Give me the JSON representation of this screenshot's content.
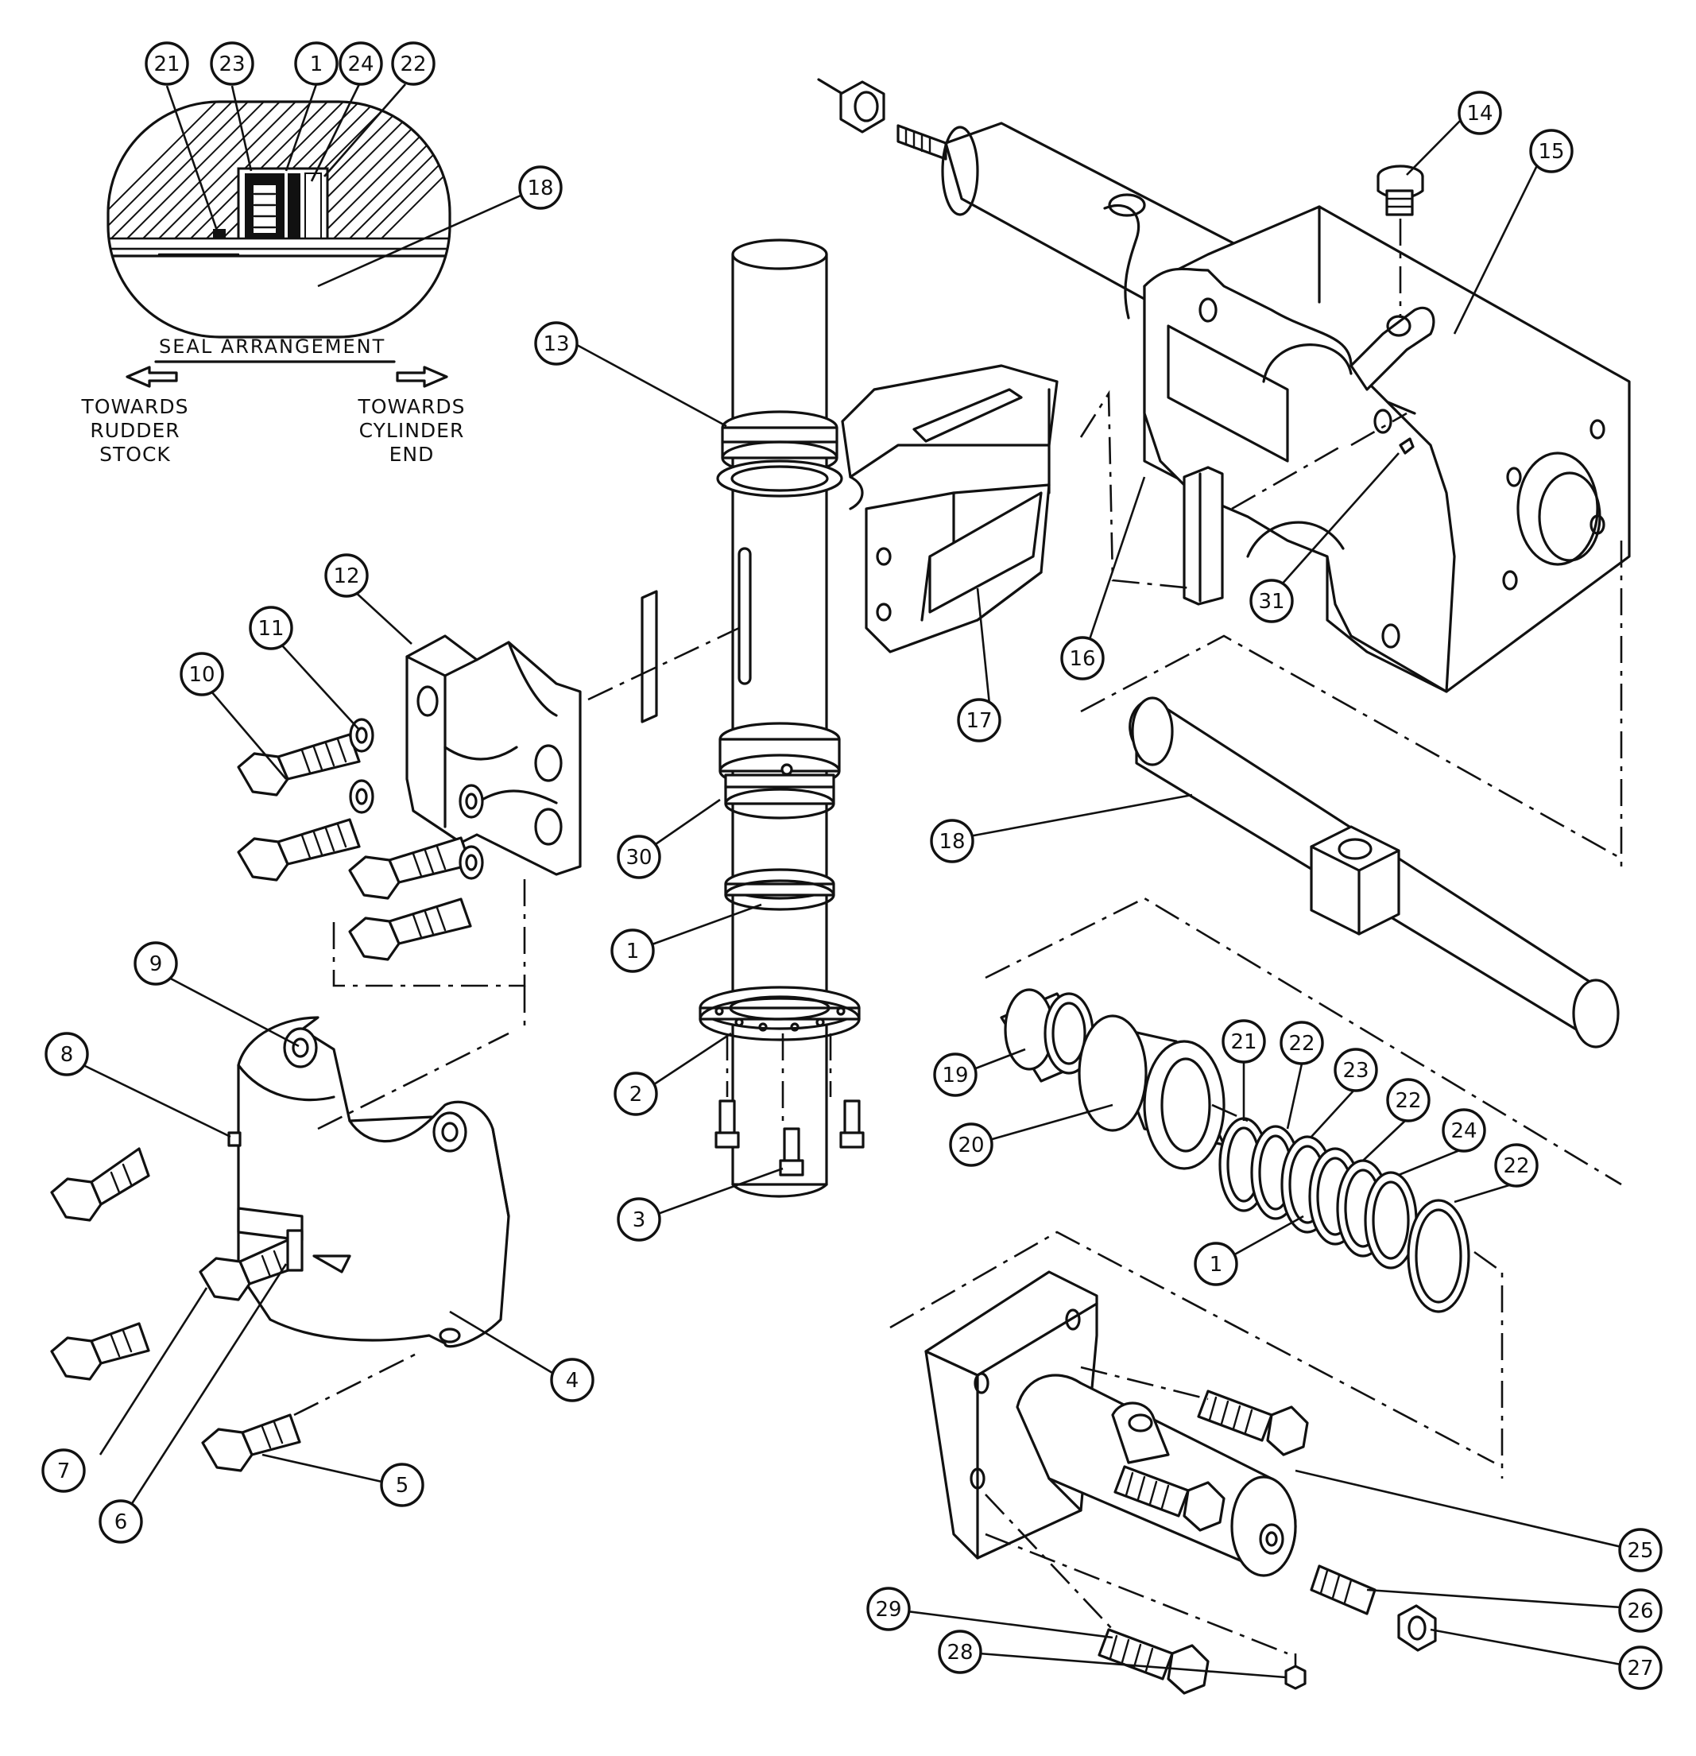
{
  "seal_arrangement": {
    "title": "SEAL ARRANGEMENT",
    "left_caption": [
      "TOWARDS",
      "RUDDER",
      "STOCK"
    ],
    "right_caption": [
      "TOWARDS",
      "CYLINDER",
      "END"
    ]
  },
  "balloons": {
    "inset_21": "21",
    "inset_23": "23",
    "inset_1": "1",
    "inset_24": "24",
    "inset_22": "22",
    "inset_18": "18",
    "b13": "13",
    "b14": "14",
    "b15": "15",
    "b16": "16",
    "b17": "17",
    "b31": "31",
    "b12": "12",
    "b11": "11",
    "b10": "10",
    "b30": "30",
    "b1_shaft": "1",
    "b2": "2",
    "b3": "3",
    "b18": "18",
    "b9": "9",
    "b8": "8",
    "b4": "4",
    "b5": "5",
    "b6": "6",
    "b7": "7",
    "b19": "19",
    "b20": "20",
    "b21": "21",
    "b22_a": "22",
    "b23": "23",
    "b22_b": "22",
    "b24": "24",
    "b22_c": "22",
    "b1_seal": "1",
    "b25": "25",
    "b26": "26",
    "b27": "27",
    "b28": "28",
    "b29": "29"
  }
}
